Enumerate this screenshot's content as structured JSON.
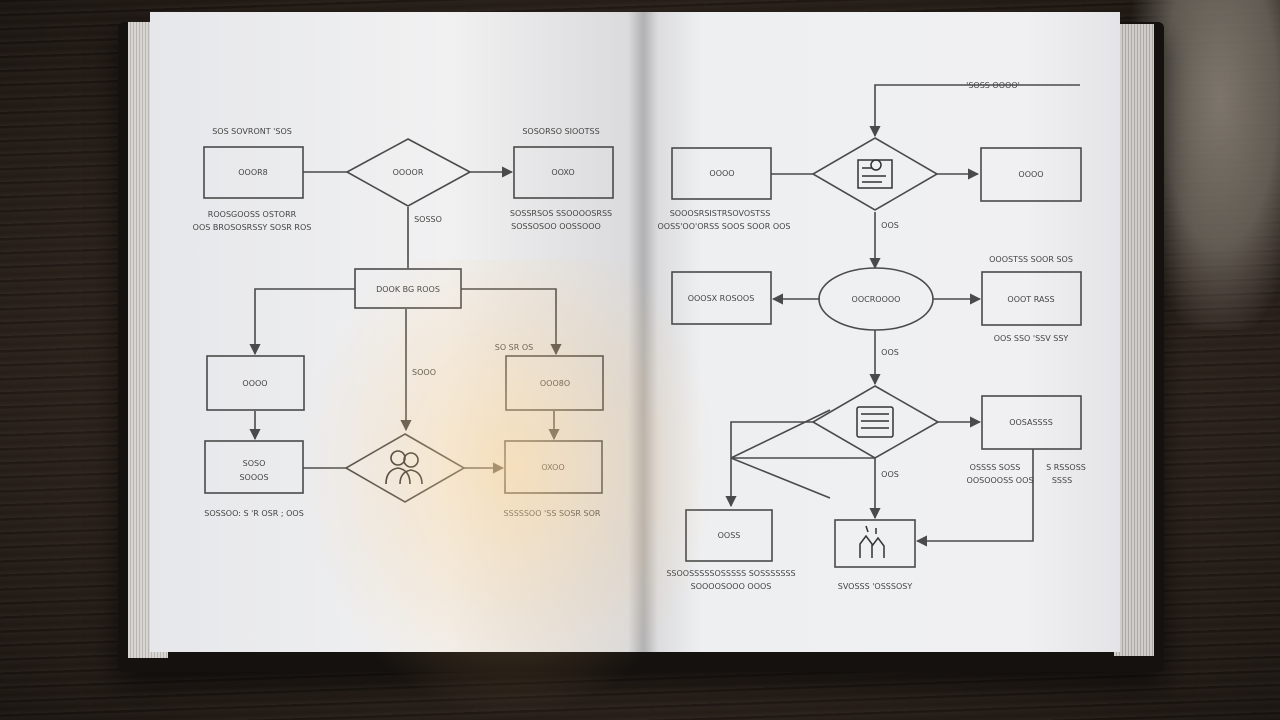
{
  "left_page": {
    "boxes": [
      {
        "id": "l1",
        "text": "OOOR8"
      },
      {
        "id": "l2",
        "text": "OOXO"
      },
      {
        "id": "l3",
        "text": "DOOK BG ROOS"
      },
      {
        "id": "l4",
        "text": "OOOO"
      },
      {
        "id": "l5",
        "text": "OOO8O"
      },
      {
        "id": "l6",
        "text": "SOSO"
      },
      {
        "id": "l6b",
        "text": "SOOOS"
      },
      {
        "id": "l7",
        "text": "OXOO"
      }
    ],
    "diamonds": [
      {
        "id": "ld1",
        "text": "OOOOR"
      }
    ],
    "labels": [
      "SOS SOVRONT 'SOS",
      "SOSORSO SIOOTSS",
      "ROOSGOOSS OSTORR",
      "OOS BROSOSRSSY SOSR ROS",
      "SOSSO",
      "SOSSRSOS SSOOOOSRSS",
      "SOSSOSOO OOSSOOO",
      "SO SR OS",
      "SOOO",
      "SOSSOO: S 'R OSR ; OOS",
      "SSSSSOO 'SS SOSR SOR"
    ]
  },
  "right_page": {
    "boxes": [
      {
        "id": "r1",
        "text": "OOOO"
      },
      {
        "id": "r2",
        "text": "OOOO"
      },
      {
        "id": "r3",
        "text": "OOOSX ROSOOS"
      },
      {
        "id": "r4",
        "text": "OOOT RASS"
      },
      {
        "id": "r5",
        "text": "OOSASSSS"
      },
      {
        "id": "r6",
        "text": "OOSS"
      }
    ],
    "ovals": [
      {
        "id": "ro1",
        "text": "OOCROOOO"
      }
    ],
    "labels": [
      "'SOSS OOOO'",
      "SOOOSRSISTRSOVOSTSS",
      "OOSS'OO'ORSS SOOS SOOR OOS",
      "OOS",
      "OOOSTSS SOOR SOS",
      "OOS SSO 'SSV SSY",
      "OOS",
      "OSSSS SOSS",
      "OOSOOOSS OOS",
      "S RSSOSS",
      "SSSS",
      "OOS",
      "SSOOSSSSSOSSSSS SOSSSSSSS",
      "SOOOOSOOO OOOS",
      "SVOSSS 'OSSSOSY"
    ]
  },
  "colors": {
    "line": "#4a4a4a",
    "page": "#f0f0f2",
    "wood": "#2e241d",
    "glow": "#ffd796"
  }
}
